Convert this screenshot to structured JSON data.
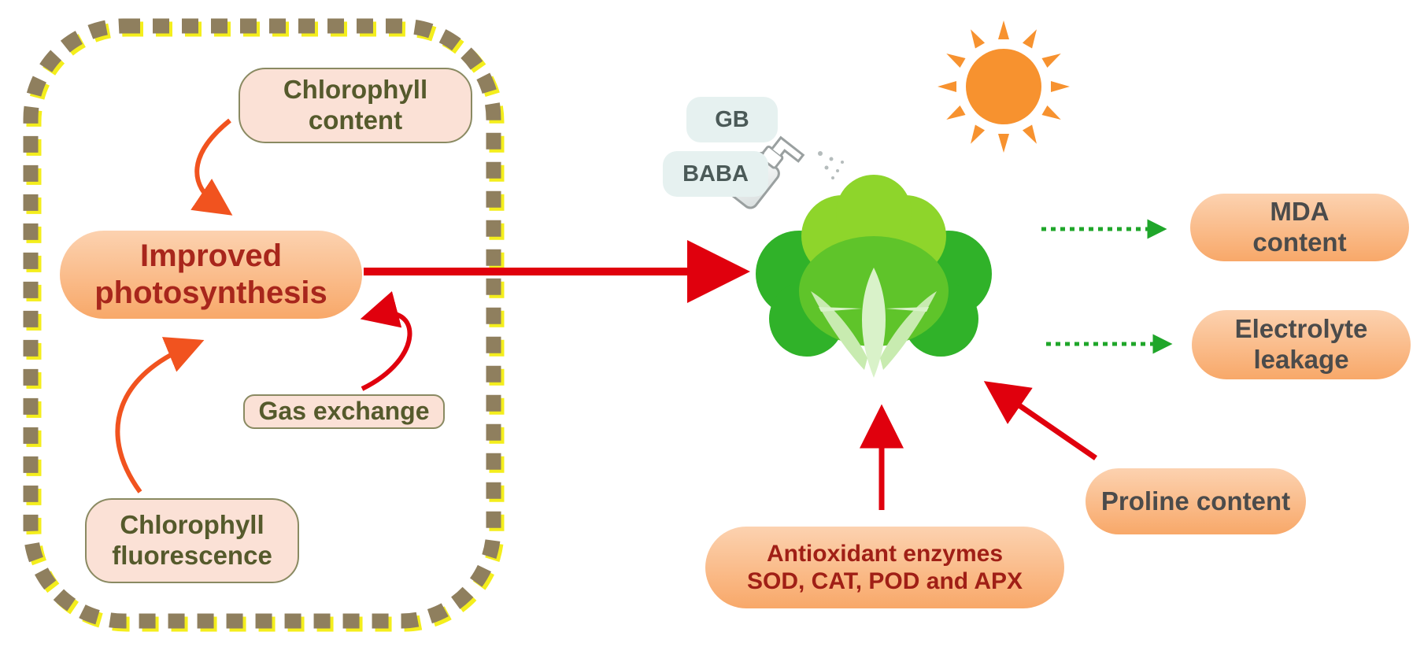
{
  "photosynthesis_group": {
    "chlorophyll_content": [
      "Chlorophyll",
      "content"
    ],
    "improved_photosynthesis": [
      "Improved",
      "photosynthesis"
    ],
    "gas_exchange": "Gas exchange",
    "chlorophyll_fluorescence": [
      "Chlorophyll",
      "fluorescence"
    ]
  },
  "treatments": {
    "gb": "GB",
    "baba": "BABA"
  },
  "outcomes": {
    "mda_content": [
      "MDA",
      "content"
    ],
    "electrolyte_leakage": [
      "Electrolyte",
      "leakage"
    ],
    "proline_content": "Proline content",
    "antioxidant_enzymes": [
      "Antioxidant enzymes",
      "SOD, CAT, POD and APX"
    ]
  },
  "colors": {
    "dashed_border": "#8f7f5e",
    "dashed_shadow": "#f4ee1c",
    "curved_arrow": "#f1531f",
    "main_arrow": "#e0000d",
    "dotted_arrow": "#1fa62a",
    "sun": "#f7922f",
    "lettuce_dark": "#30b229",
    "lettuce_light": "#8ed52b"
  },
  "icons": [
    "sun-icon",
    "spray-bottle-icon",
    "lettuce-icon"
  ]
}
